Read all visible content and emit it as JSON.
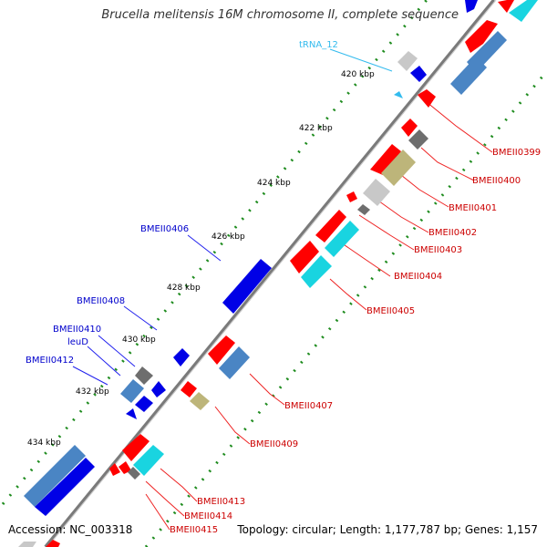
{
  "title": "Brucella melitensis 16M chromosome II, complete sequence",
  "footer": {
    "accession": "Accession: NC_003318",
    "topology": "Topology: circular; Length: 1,177,787 bp; Genes: 1,157"
  },
  "colors": {
    "backbone": "#7a7a7a",
    "ticks": "#1f8c1f",
    "cds_red": "#ff0000",
    "cds_blue": "#0000e6",
    "orf_steel": "#4a85c4",
    "orf_cyan": "#19d4e0",
    "gray_dark": "#6e6e6e",
    "gray_light": "#c8c8c8",
    "khaki": "#bdb57a",
    "red_label": "#cc0000",
    "blue_label": "#0000cc",
    "trna": "#33bbee"
  },
  "scale_labels": [
    "420 kbp",
    "422 kbp",
    "424 kbp",
    "426 kbp",
    "428 kbp",
    "430 kbp",
    "432 kbp",
    "434 kbp"
  ],
  "right_labels": [
    "BMEII0399",
    "BMEII0400",
    "BMEII0401",
    "BMEII0402",
    "BMEII0403",
    "BMEII0404",
    "BMEII0405",
    "BMEII0407",
    "BMEII0409",
    "BMEII0413",
    "BMEII0414",
    "BMEII0415"
  ],
  "left_labels": [
    "tRNA_12",
    "BMEII0406",
    "BMEII0408",
    "BMEII0410",
    "leuD",
    "BMEII0412"
  ]
}
